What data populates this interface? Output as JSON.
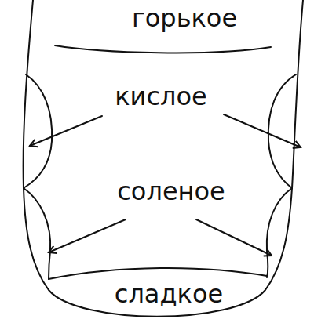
{
  "diagram": {
    "labels": [
      "горькое",
      "кислое",
      "соленое",
      "сладкое"
    ]
  }
}
